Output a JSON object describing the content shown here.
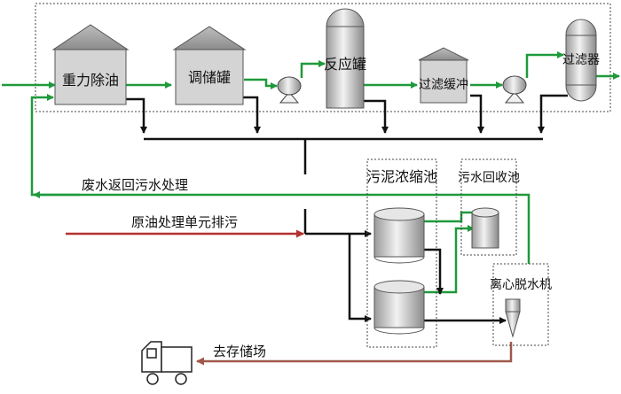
{
  "units": {
    "gravity_oil_removal": "重力除油",
    "regulating_tank": "调储罐",
    "reactor": "反应罐",
    "filter_buffer": "过滤缓冲",
    "filter": "过滤器"
  },
  "groups": {
    "sludge_thickening": "污泥浓缩池",
    "water_recovery": "污水回收池",
    "centrifuge": "离心脱水机"
  },
  "flows": {
    "wastewater_return": "废水返回污水处理",
    "crude_discharge": "原油处理单元排污",
    "to_storage": "去存储场"
  },
  "colors": {
    "water_line": "#1f9a3a",
    "sludge_line": "#111111",
    "input_line": "#b3312f",
    "storage_line": "#a0584a",
    "building_fill": "#d4d4d4"
  }
}
